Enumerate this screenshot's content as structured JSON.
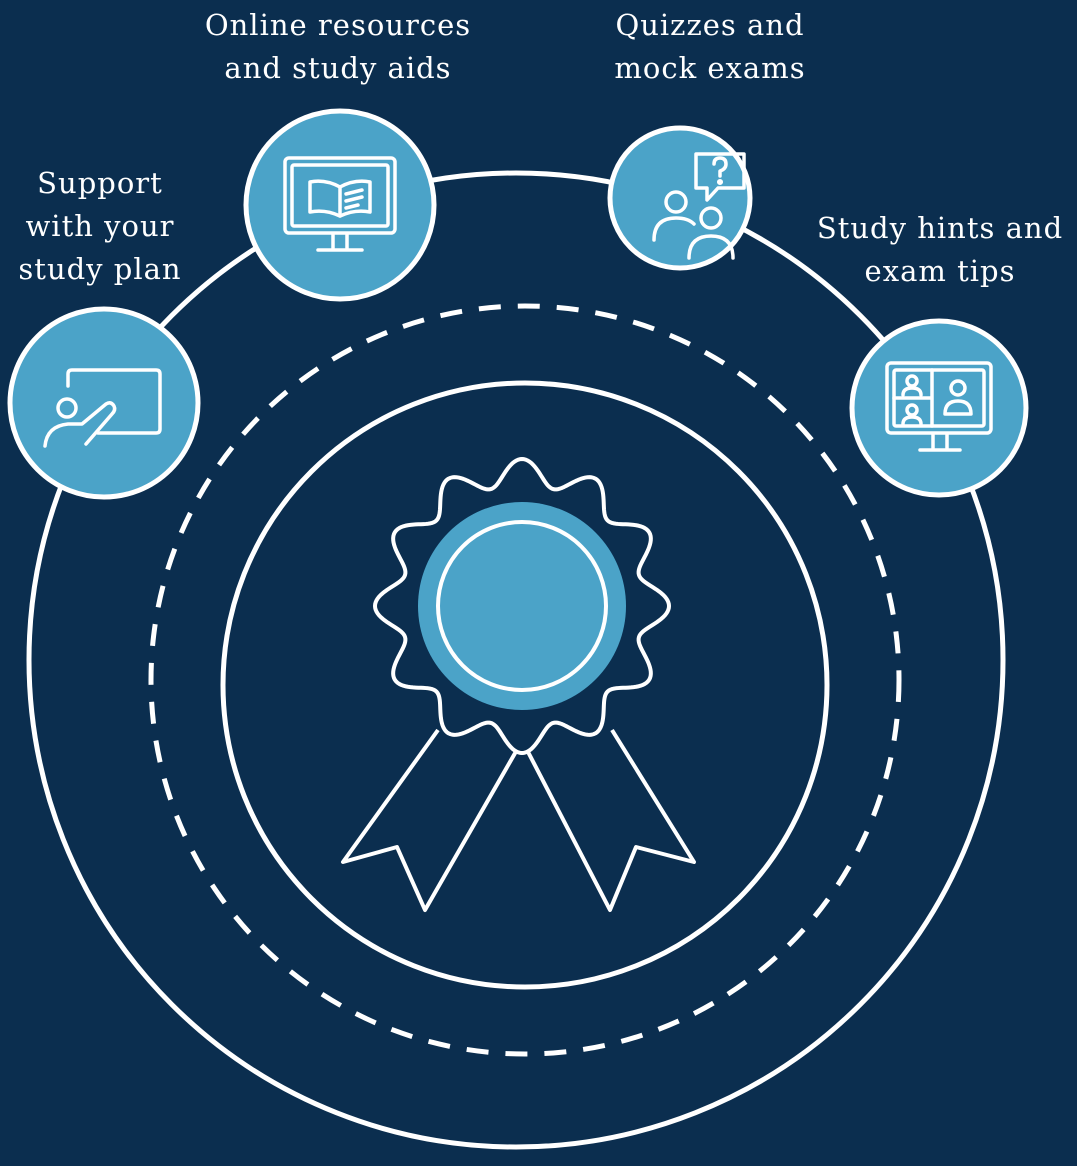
{
  "colors": {
    "background": "#0b2e4f",
    "accent": "#4ba3c8",
    "line": "#ffffff"
  },
  "center": {
    "icon": "award-rosette-icon"
  },
  "items": [
    {
      "id": "study-plan",
      "icon": "presenter-whiteboard-icon",
      "label_lines": [
        "Support",
        "with your",
        "study plan"
      ]
    },
    {
      "id": "online-resources",
      "icon": "monitor-book-icon",
      "label_lines": [
        "Online resources",
        "and study aids"
      ]
    },
    {
      "id": "quizzes",
      "icon": "people-question-icon",
      "label_lines": [
        "Quizzes and",
        "mock exams"
      ]
    },
    {
      "id": "study-hints",
      "icon": "video-call-monitor-icon",
      "label_lines": [
        "Study hints and",
        "exam tips"
      ]
    }
  ]
}
